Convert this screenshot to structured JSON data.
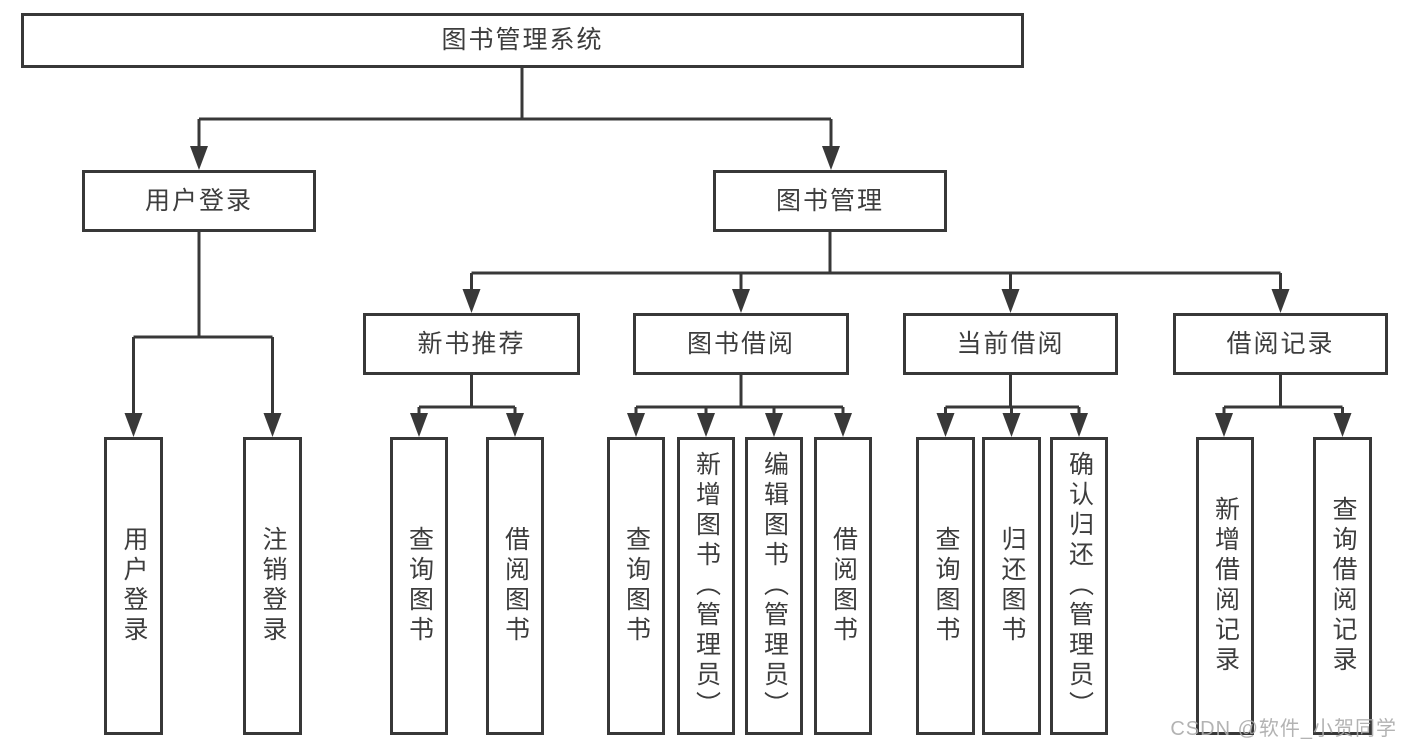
{
  "tree": {
    "label": "图书管理系统",
    "children": [
      {
        "label": "用户登录",
        "children": [
          {
            "label": "用户登录"
          },
          {
            "label": "注销登录"
          }
        ]
      },
      {
        "label": "图书管理",
        "children": [
          {
            "label": "新书推荐",
            "children": [
              {
                "label": "查询图书"
              },
              {
                "label": "借阅图书"
              }
            ]
          },
          {
            "label": "图书借阅",
            "children": [
              {
                "label": "查询图书"
              },
              {
                "label": "新增图书（管理员）"
              },
              {
                "label": "编辑图书（管理员）"
              },
              {
                "label": "借阅图书"
              }
            ]
          },
          {
            "label": "当前借阅",
            "children": [
              {
                "label": "查询图书"
              },
              {
                "label": "归还图书"
              },
              {
                "label": "确认归还（管理员）"
              }
            ]
          },
          {
            "label": "借阅记录",
            "children": [
              {
                "label": "新增借阅记录"
              },
              {
                "label": "查询借阅记录"
              }
            ]
          }
        ]
      }
    ]
  },
  "watermark": {
    "text": "CSDN @软件_小贺同学"
  },
  "colors": {
    "line": "#383838",
    "text": "#3d3d3d",
    "background": "#ffffff",
    "watermark": "#ababab"
  }
}
